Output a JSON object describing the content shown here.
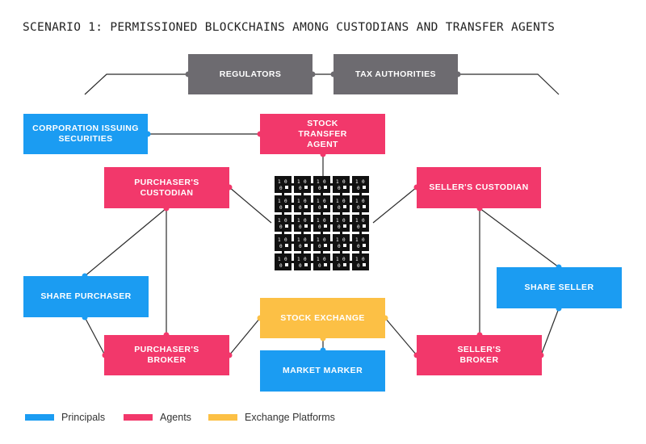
{
  "title": "SCENARIO 1: PERMISSIONED BLOCKCHAINS AMONG CUSTODIANS AND TRANSFER AGENTS",
  "nodes": {
    "regulators": "REGULATORS",
    "tax_authorities": "TAX AUTHORITIES",
    "corporation": "CORPORATION ISSUING SECURITIES",
    "stock_transfer_agent": "STOCK TRANSFER AGENT",
    "purchasers_custodian": "PURCHASER'S CUSTODIAN",
    "sellers_custodian": "SELLER'S CUSTODIAN",
    "share_purchaser": "SHARE PURCHASER",
    "share_seller": "SHARE SELLER",
    "stock_exchange": "STOCK EXCHANGE",
    "market_maker": "MARKET MARKER",
    "purchasers_broker": "PURCHASER'S BROKER",
    "sellers_broker": "SELLER'S BROKER"
  },
  "legend": [
    {
      "label": "Principals",
      "color": "#1b9cf2"
    },
    {
      "label": "Agents",
      "color": "#f2386b"
    },
    {
      "label": "Exchange Platforms",
      "color": "#fcc045"
    }
  ],
  "colors": {
    "blue": "#1b9cf2",
    "pink": "#f2386b",
    "yellow": "#fcc045",
    "gray": "#6d6b70",
    "line": "#2b2b2b"
  },
  "blockchain": {
    "rows": 5,
    "cols": 5,
    "cell_glyphs": [
      "1",
      "0",
      "0"
    ]
  }
}
